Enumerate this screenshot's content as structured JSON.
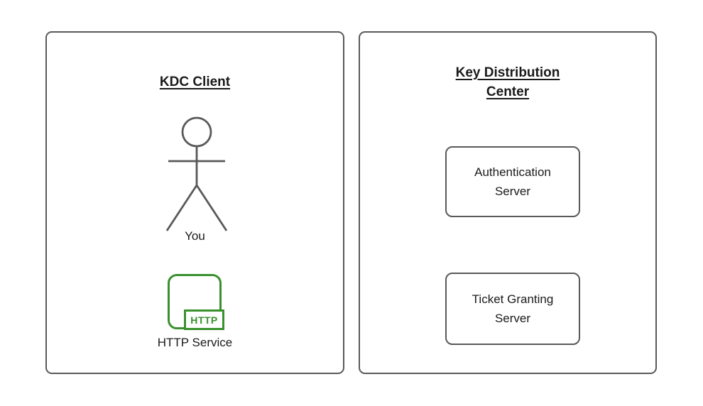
{
  "colors": {
    "background": "#ffffff",
    "shape_stroke": "#595959",
    "text": "#1a1a1a",
    "http_green": "#38912C"
  },
  "left_panel": {
    "title": "KDC Client",
    "actor_label": "You",
    "http_icon": {
      "badge_text": "HTTP"
    },
    "http_label": "HTTP Service"
  },
  "right_panel": {
    "title": "Key Distribution\nCenter",
    "boxes": [
      {
        "label": "Authentication\nServer"
      },
      {
        "label": "Ticket Granting\nServer"
      }
    ]
  }
}
